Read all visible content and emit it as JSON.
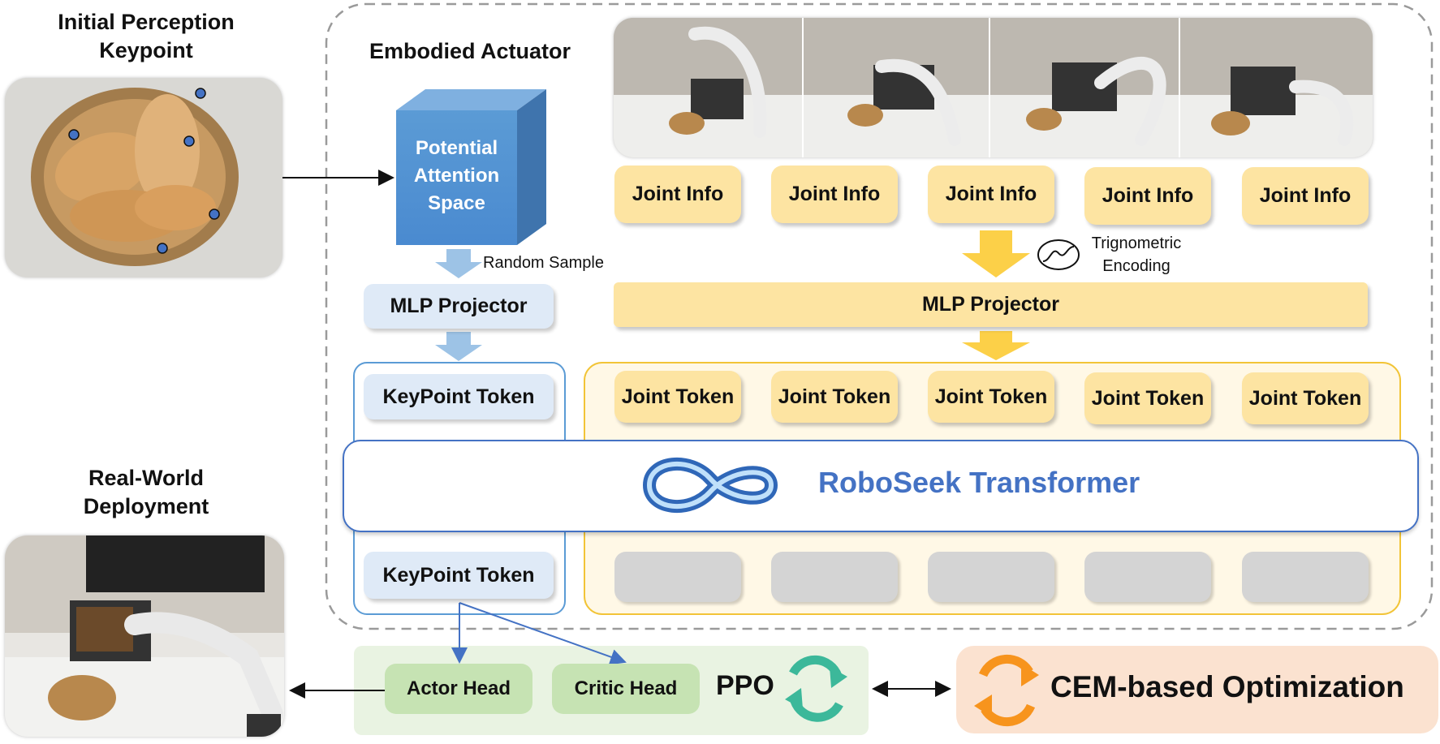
{
  "perception": {
    "title_line1": "Initial Perception",
    "title_line2": "Keypoint"
  },
  "deployment": {
    "title_line1": "Real-World",
    "title_line2": "Deployment"
  },
  "actuator": {
    "title": "Embodied Actuator",
    "attention_space": [
      "Potential",
      "Attention",
      "Space"
    ],
    "random_sample": "Random Sample",
    "mlp_projector_left": "MLP Projector",
    "mlp_projector_right": "MLP Projector",
    "trig_line1": "Trignometric",
    "trig_line2": "Encoding",
    "joint_info": [
      "Joint Info",
      "Joint Info",
      "Joint Info",
      "Joint Info",
      "Joint Info"
    ],
    "joint_tokens": [
      "Joint Token",
      "Joint Token",
      "Joint Token",
      "Joint Token",
      "Joint Token"
    ],
    "keypoint_token_in": "KeyPoint Token",
    "keypoint_token_out": "KeyPoint Token",
    "transformer": "RoboSeek Transformer"
  },
  "ppo": {
    "actor": "Actor Head",
    "critic": "Critic Head",
    "label": "PPO"
  },
  "cem": {
    "label": "CEM-based Optimization"
  },
  "colors": {
    "accent_blue": "#4472c4",
    "yellow_box": "#fde4a2",
    "yellow_arrow": "#fcd048",
    "green_box": "#c6e3b3",
    "peach_box": "#fbe2d0",
    "orange_icon": "#f7941d",
    "teal_icon": "#3cb89a"
  }
}
